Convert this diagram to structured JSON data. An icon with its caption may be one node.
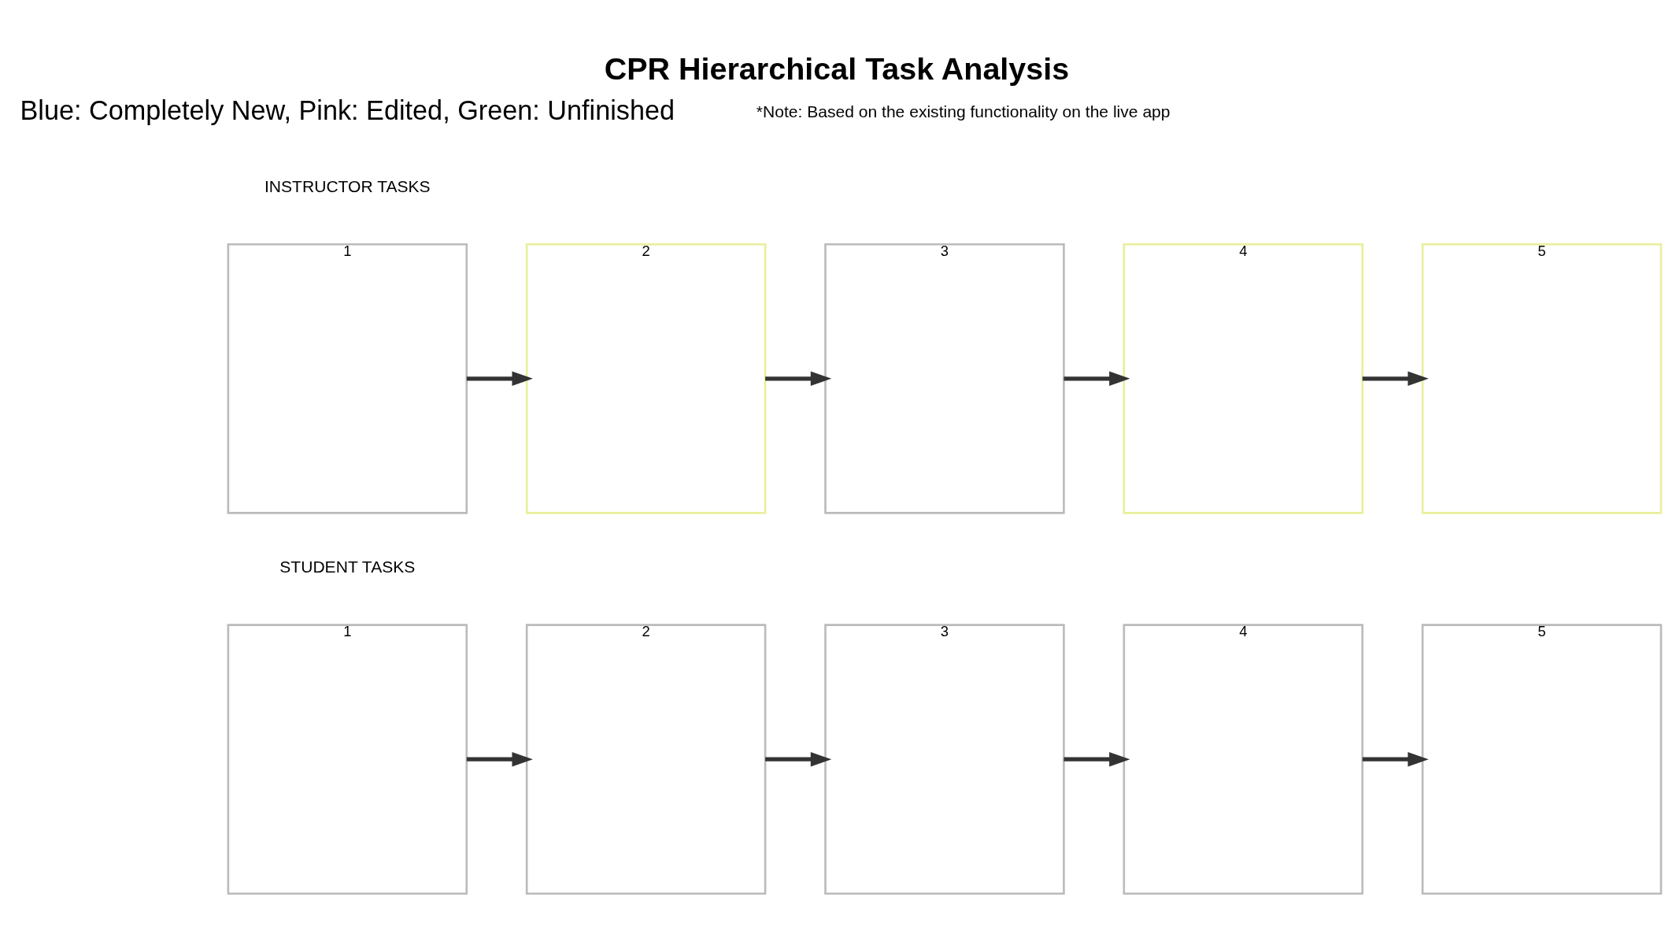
{
  "diagram": {
    "title": "CPR Hierarchical Task Analysis",
    "nodes": [
      {
        "text": [
          "1"
        ]
      },
      {
        "text": [
          "2"
        ]
      },
      {
        "text": [
          "3"
        ]
      },
      {
        "text": [
          "4"
        ]
      },
      {
        "text": [
          "5"
        ]
      },
      {
        "text": [
          "1"
        ]
      },
      {
        "text": [
          "2"
        ]
      },
      {
        "text": [
          "3"
        ]
      },
      {
        "text": [
          "4"
        ]
      },
      {
        "text": [
          "5"
        ]
      }
    ],
    "edges": [
      {
        "from": 0,
        "to": 1,
        "arrow": "to"
      },
      {
        "from": 1,
        "to": 2,
        "arrow": "to"
      },
      {
        "from": 2,
        "to": 3,
        "arrow": "to"
      },
      {
        "from": 3,
        "to": 4,
        "arrow": "to"
      },
      {
        "from": 5,
        "to": 6,
        "arrow": "to"
      },
      {
        "from": 6,
        "to": 7,
        "arrow": "to"
      },
      {
        "from": 7,
        "to": 8,
        "arrow": "to"
      },
      {
        "from": 8,
        "to": 9,
        "arrow": "to"
      }
    ],
    "labels": [
      "Blue: Completely New, Pink: Edited, Green: Unfinished",
      "*Note: Based on the existing functionality on the live app",
      "INSTRUCTOR TASKS",
      "STUDENT TASKS"
    ]
  }
}
